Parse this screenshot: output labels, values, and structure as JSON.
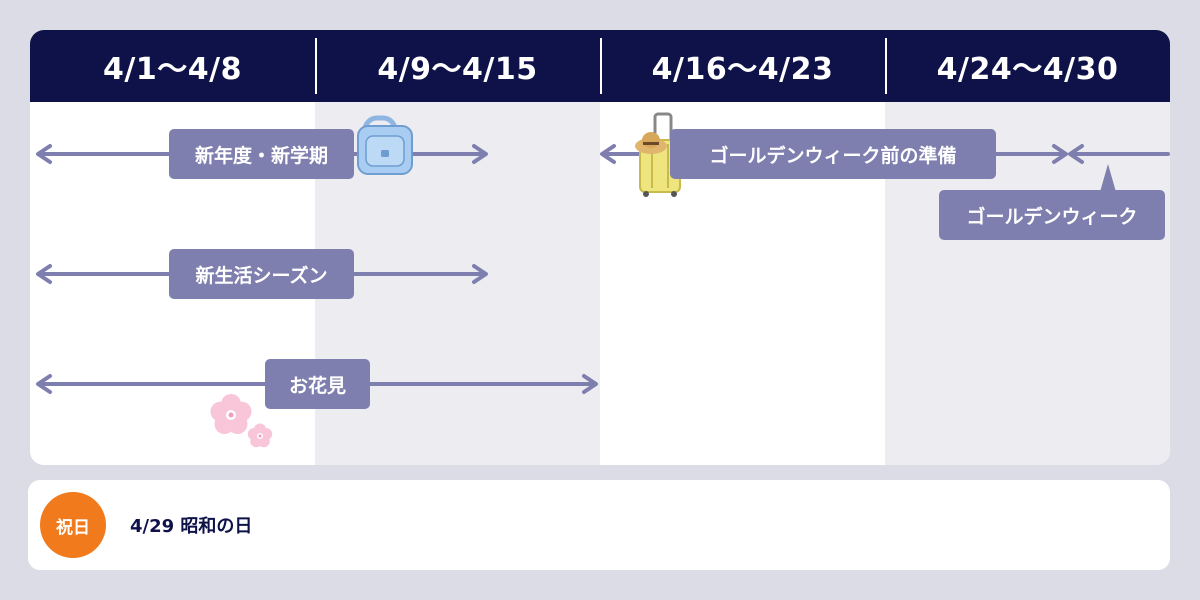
{
  "calendar": {
    "weeks": [
      "4/1〜4/8",
      "4/9〜4/15",
      "4/16〜4/23",
      "4/24〜4/30"
    ],
    "colors": {
      "header_bg": "#0e1248",
      "header_text": "#ffffff",
      "column_light": "#ffffff",
      "column_shaded": "#ececf1",
      "arrow": "#7e7fae",
      "label_bg": "#7e7fae"
    }
  },
  "events": {
    "new_year": {
      "label": "新年度・新学期",
      "icon": "school-backpack-icon"
    },
    "new_life": {
      "label": "新生活シーズン"
    },
    "hanami": {
      "label": "お花見",
      "icon": "cherry-blossom-icon"
    },
    "gw_prep": {
      "label": "ゴールデンウィーク前の準備",
      "icon": "suitcase-icon"
    },
    "gw": {
      "label": "ゴールデンウィーク"
    }
  },
  "holidays": {
    "badge": "祝日",
    "items": [
      "4/29 昭和の日"
    ],
    "badge_color": "#f07a1c"
  }
}
